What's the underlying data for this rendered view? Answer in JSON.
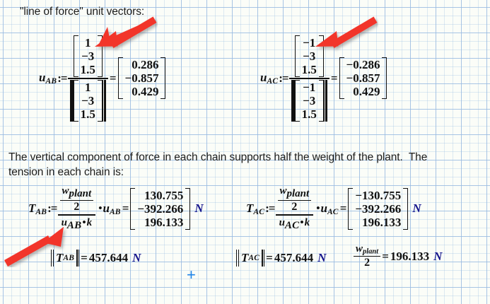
{
  "document": {
    "type": "mathcad-worksheet",
    "background_color": "#fbfdf8",
    "grid_color": "#96b9e1",
    "text_color": "#1c1c1c",
    "unit_color": "#14148c",
    "annotation_arrow_color": "#f2352b",
    "cursor_color": "#1f84e8"
  },
  "headings": {
    "unit_vectors_label": "\"line of force\" unit vectors:",
    "tension_paragraph_line1": "The vertical component of force in each chain supports half the weight of the plant.  The",
    "tension_paragraph_line2": "tension in each chain is:"
  },
  "equations": {
    "u_AB": {
      "name": "u",
      "subscript": "AB",
      "assign_symbol": ":=",
      "numerator_vector": [
        "1",
        "−3",
        "1.5"
      ],
      "denominator_vector": [
        "1",
        "−3",
        "1.5"
      ],
      "denominator_is_norm": true,
      "equals_symbol": "=",
      "result_vector": [
        "0.286",
        "−0.857",
        "0.429"
      ]
    },
    "u_AC": {
      "name": "u",
      "subscript": "AC",
      "assign_symbol": ":=",
      "numerator_vector": [
        "−1",
        "−3",
        "1.5"
      ],
      "denominator_vector": [
        "−1",
        "−3",
        "1.5"
      ],
      "denominator_is_norm": true,
      "equals_symbol": "=",
      "result_vector": [
        "−0.286",
        "−0.857",
        "0.429"
      ]
    },
    "T_AB": {
      "name": "T",
      "subscript": "AB",
      "assign_symbol": ":=",
      "frac_numerator_var": "w",
      "frac_numerator_sub": "plant",
      "frac_numerator_denom": "2",
      "frac_denominator_var": "u",
      "frac_denominator_sub": "AB",
      "frac_denominator_dot": "•",
      "frac_denominator_k": "k",
      "multiply_symbol": "•",
      "multiplier_var": "u",
      "multiplier_sub": "AB",
      "equals_symbol": "=",
      "result_vector": [
        "130.755",
        "−392.266",
        "196.133"
      ],
      "unit": "N"
    },
    "T_AC": {
      "name": "T",
      "subscript": "AC",
      "assign_symbol": ":=",
      "frac_numerator_var": "w",
      "frac_numerator_sub": "plant",
      "frac_numerator_denom": "2",
      "frac_denominator_var": "u",
      "frac_denominator_sub": "AC",
      "frac_denominator_dot": "•",
      "frac_denominator_k": "k",
      "multiply_symbol": "•",
      "multiplier_var": "u",
      "multiplier_sub": "AC",
      "equals_symbol": "=",
      "result_vector": [
        "−130.755",
        "−392.266",
        "196.133"
      ],
      "unit": "N"
    },
    "norm_T_AB": {
      "name": "T",
      "subscript": "AB",
      "equals_symbol": "=",
      "value": "457.644",
      "unit": "N"
    },
    "norm_T_AC": {
      "name": "T",
      "subscript": "AC",
      "equals_symbol": "=",
      "value": "457.644",
      "unit": "N"
    },
    "half_weight": {
      "numerator_var": "w",
      "numerator_sub": "plant",
      "denominator": "2",
      "equals_symbol": "=",
      "value": "196.133",
      "unit": "N"
    }
  },
  "annotations": {
    "arrow_1_label": "arrow pointing to u_AB numerator vector",
    "arrow_2_label": "arrow pointing to u_AC numerator vector",
    "arrow_3_label": "arrow pointing to magnitude of T_AB"
  },
  "cursor": {
    "glyph": "+"
  }
}
